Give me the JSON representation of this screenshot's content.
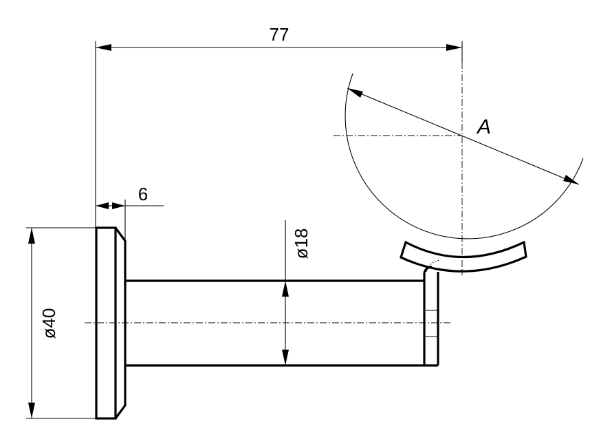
{
  "drawing": {
    "dimensions": {
      "overall_length": "77",
      "flange_thickness": "6",
      "flange_diameter": "ø40",
      "shaft_diameter": "ø18",
      "rail_diameter": "A"
    }
  }
}
